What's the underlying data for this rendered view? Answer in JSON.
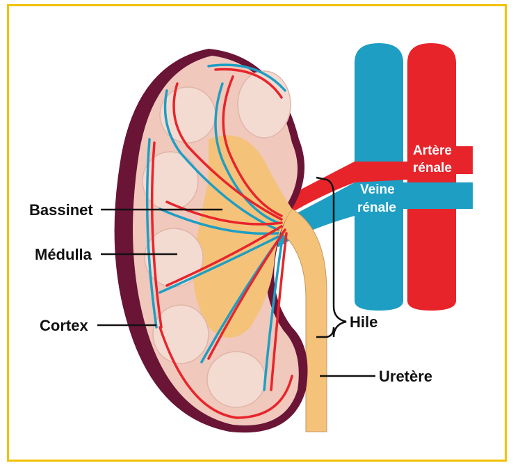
{
  "labels": {
    "bassinet": "Bassinet",
    "medulla": "Médulla",
    "cortex": "Cortex",
    "hile": "Hile",
    "uretere": "Uretère"
  },
  "vessels": {
    "artery_line1": "Artère",
    "artery_line2": "rénale",
    "vein_line1": "Veine",
    "vein_line2": "rénale"
  },
  "colors": {
    "border": "#f2c100",
    "capsule": "#6a1436",
    "cortex": "#f0c8bc",
    "pelvis": "#f5c27a",
    "pyramid": "#f3dbd2",
    "vein": "#1e9ec3",
    "artery": "#e8242b",
    "ureter": "#f5c27a"
  }
}
